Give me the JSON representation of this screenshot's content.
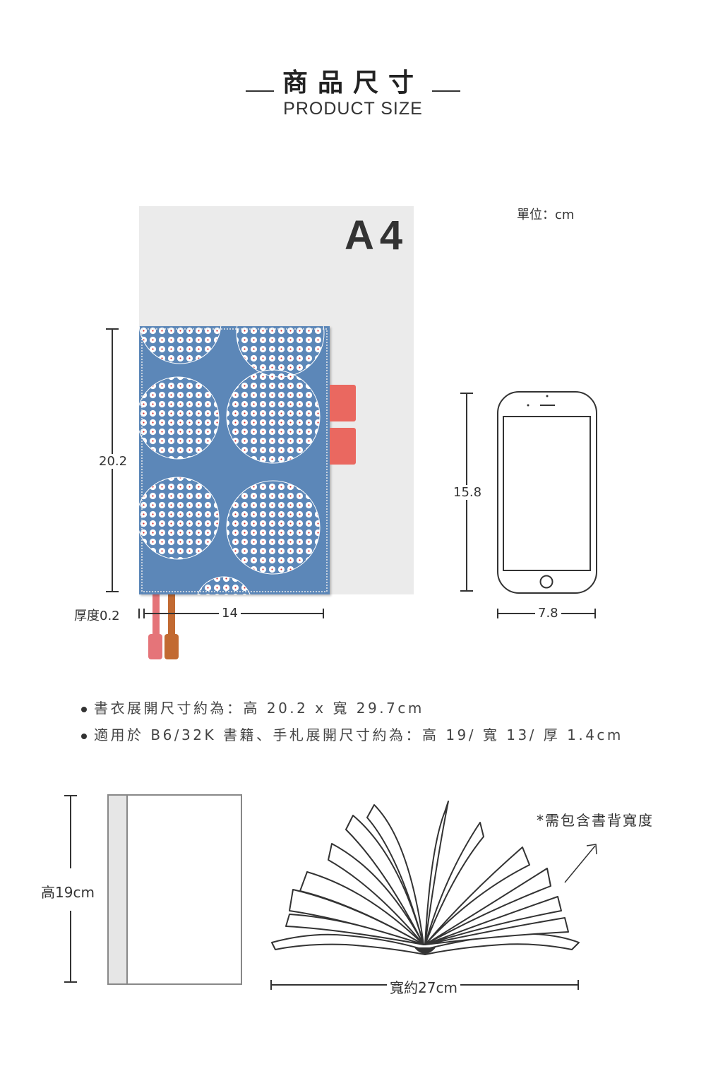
{
  "header": {
    "title_cn": "商品尺寸",
    "title_en": "PRODUCT  SIZE"
  },
  "unit_label": "單位：cm",
  "a4": {
    "label": "A4",
    "paper_color": "#ebebeb"
  },
  "cover": {
    "fabric_color": "#5c87b8",
    "flower_color": "#ffffff",
    "accent_color": "#d22a2a",
    "tab_color": "#ea6860",
    "ribbon_colors": [
      "#e57479",
      "#c26a32"
    ]
  },
  "dimensions": {
    "cover_height": "20.2",
    "cover_width": "14",
    "cover_thickness": "厚度0.2",
    "phone_height": "15.8",
    "phone_width": "7.8"
  },
  "notes": {
    "bullet1": "書衣展開尺寸約為：高 20.2 x 寬 29.7cm",
    "bullet2": "適用於 B6/32K 書籍、手札展開尺寸約為：高 19/ 寬 13/ 厚 1.4cm"
  },
  "book_diagram": {
    "height_label": "高19cm",
    "width_label": "寬約27cm",
    "spine_note": "*需包含書背寬度"
  },
  "icons": [
    "phone-icon",
    "open-book-icon",
    "arrow-icon",
    "flower-pattern-icon"
  ]
}
